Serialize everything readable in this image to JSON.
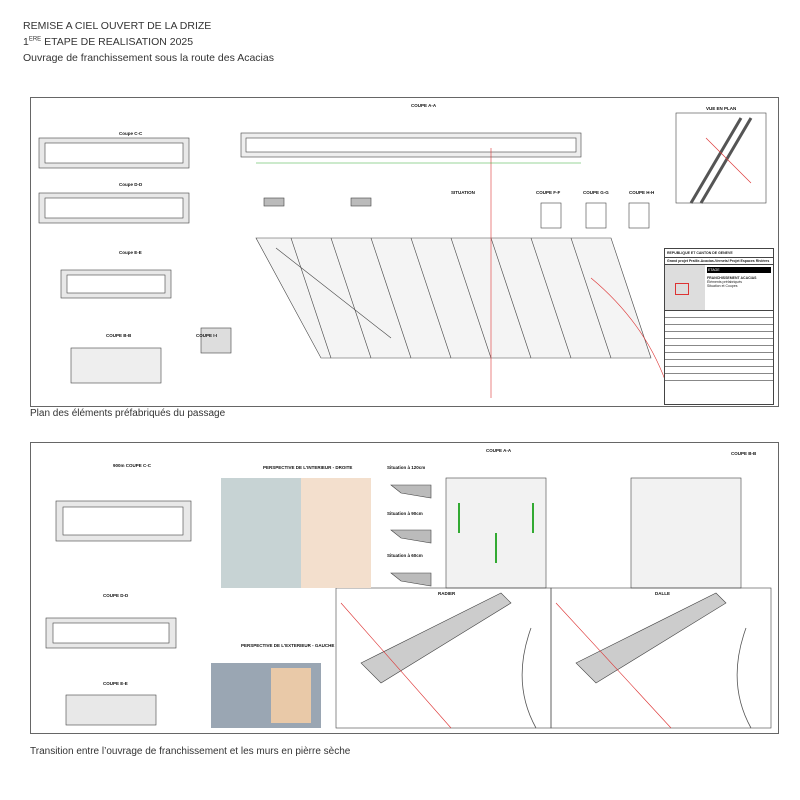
{
  "header": {
    "line1": "REMISE A CIEL OUVERT DE LA DRIZE",
    "line2_sup": "ERE",
    "line2_prefix": "1",
    "line2": "ETAPE DE REALISATION 2025",
    "line3": "Ouvrage de franchissement sous la route des Acacias"
  },
  "sheet1": {
    "caption": "Plan des éléments préfabriqués du passage",
    "labels": {
      "coupe_cc": "Coupe C-C",
      "coupe_aa": "COUPE A-A",
      "vue_plan": "VUE EN PLAN",
      "coupe_dd": "Coupe D-D",
      "coupe_ee": "Coupe E-E",
      "situation": "SITUATION",
      "coupe_ff": "COUPE F-F",
      "coupe_gg": "COUPE G-G",
      "coupe_hh": "COUPE H-H",
      "coupe_bb": "COUPE B-B",
      "coupe_ii": "COUPE I-I"
    },
    "title_block": {
      "authority": "REPUBLIQUE ET CANTON DE GENEVE",
      "project": "Grand projet Praille-Acacias-Vernets/ Projet Espaces Rivières",
      "phase": "ETAGE",
      "object": "FRANCHISSEMENT ACACIAS",
      "subtitle": "Éléments préfabriqués",
      "drawing": "Situation et Coupes"
    }
  },
  "sheet2": {
    "caption": "Transition entre l’ouvrage de franchissement et les murs en pièrre sèche",
    "labels": {
      "coupe_cc": "900m COUPE C-C",
      "persp_int": "PERSPECTIVE DE L'INTERIEUR - DROITE",
      "sit120": "Situation à 120cm",
      "sit90": "Situation à 90cm",
      "sit60": "Situation à 60cm",
      "coupe_aa": "COUPE A-A",
      "coupe_bb": "COUPE B-B",
      "coupe_dd": "COUPE D-D",
      "persp_ext": "PERSPECTIVE DE L'EXTERIEUR - GAUCHE",
      "coupe_ee": "COUPE E-E",
      "radier": "RADIER",
      "dalle": "DALLE"
    }
  }
}
